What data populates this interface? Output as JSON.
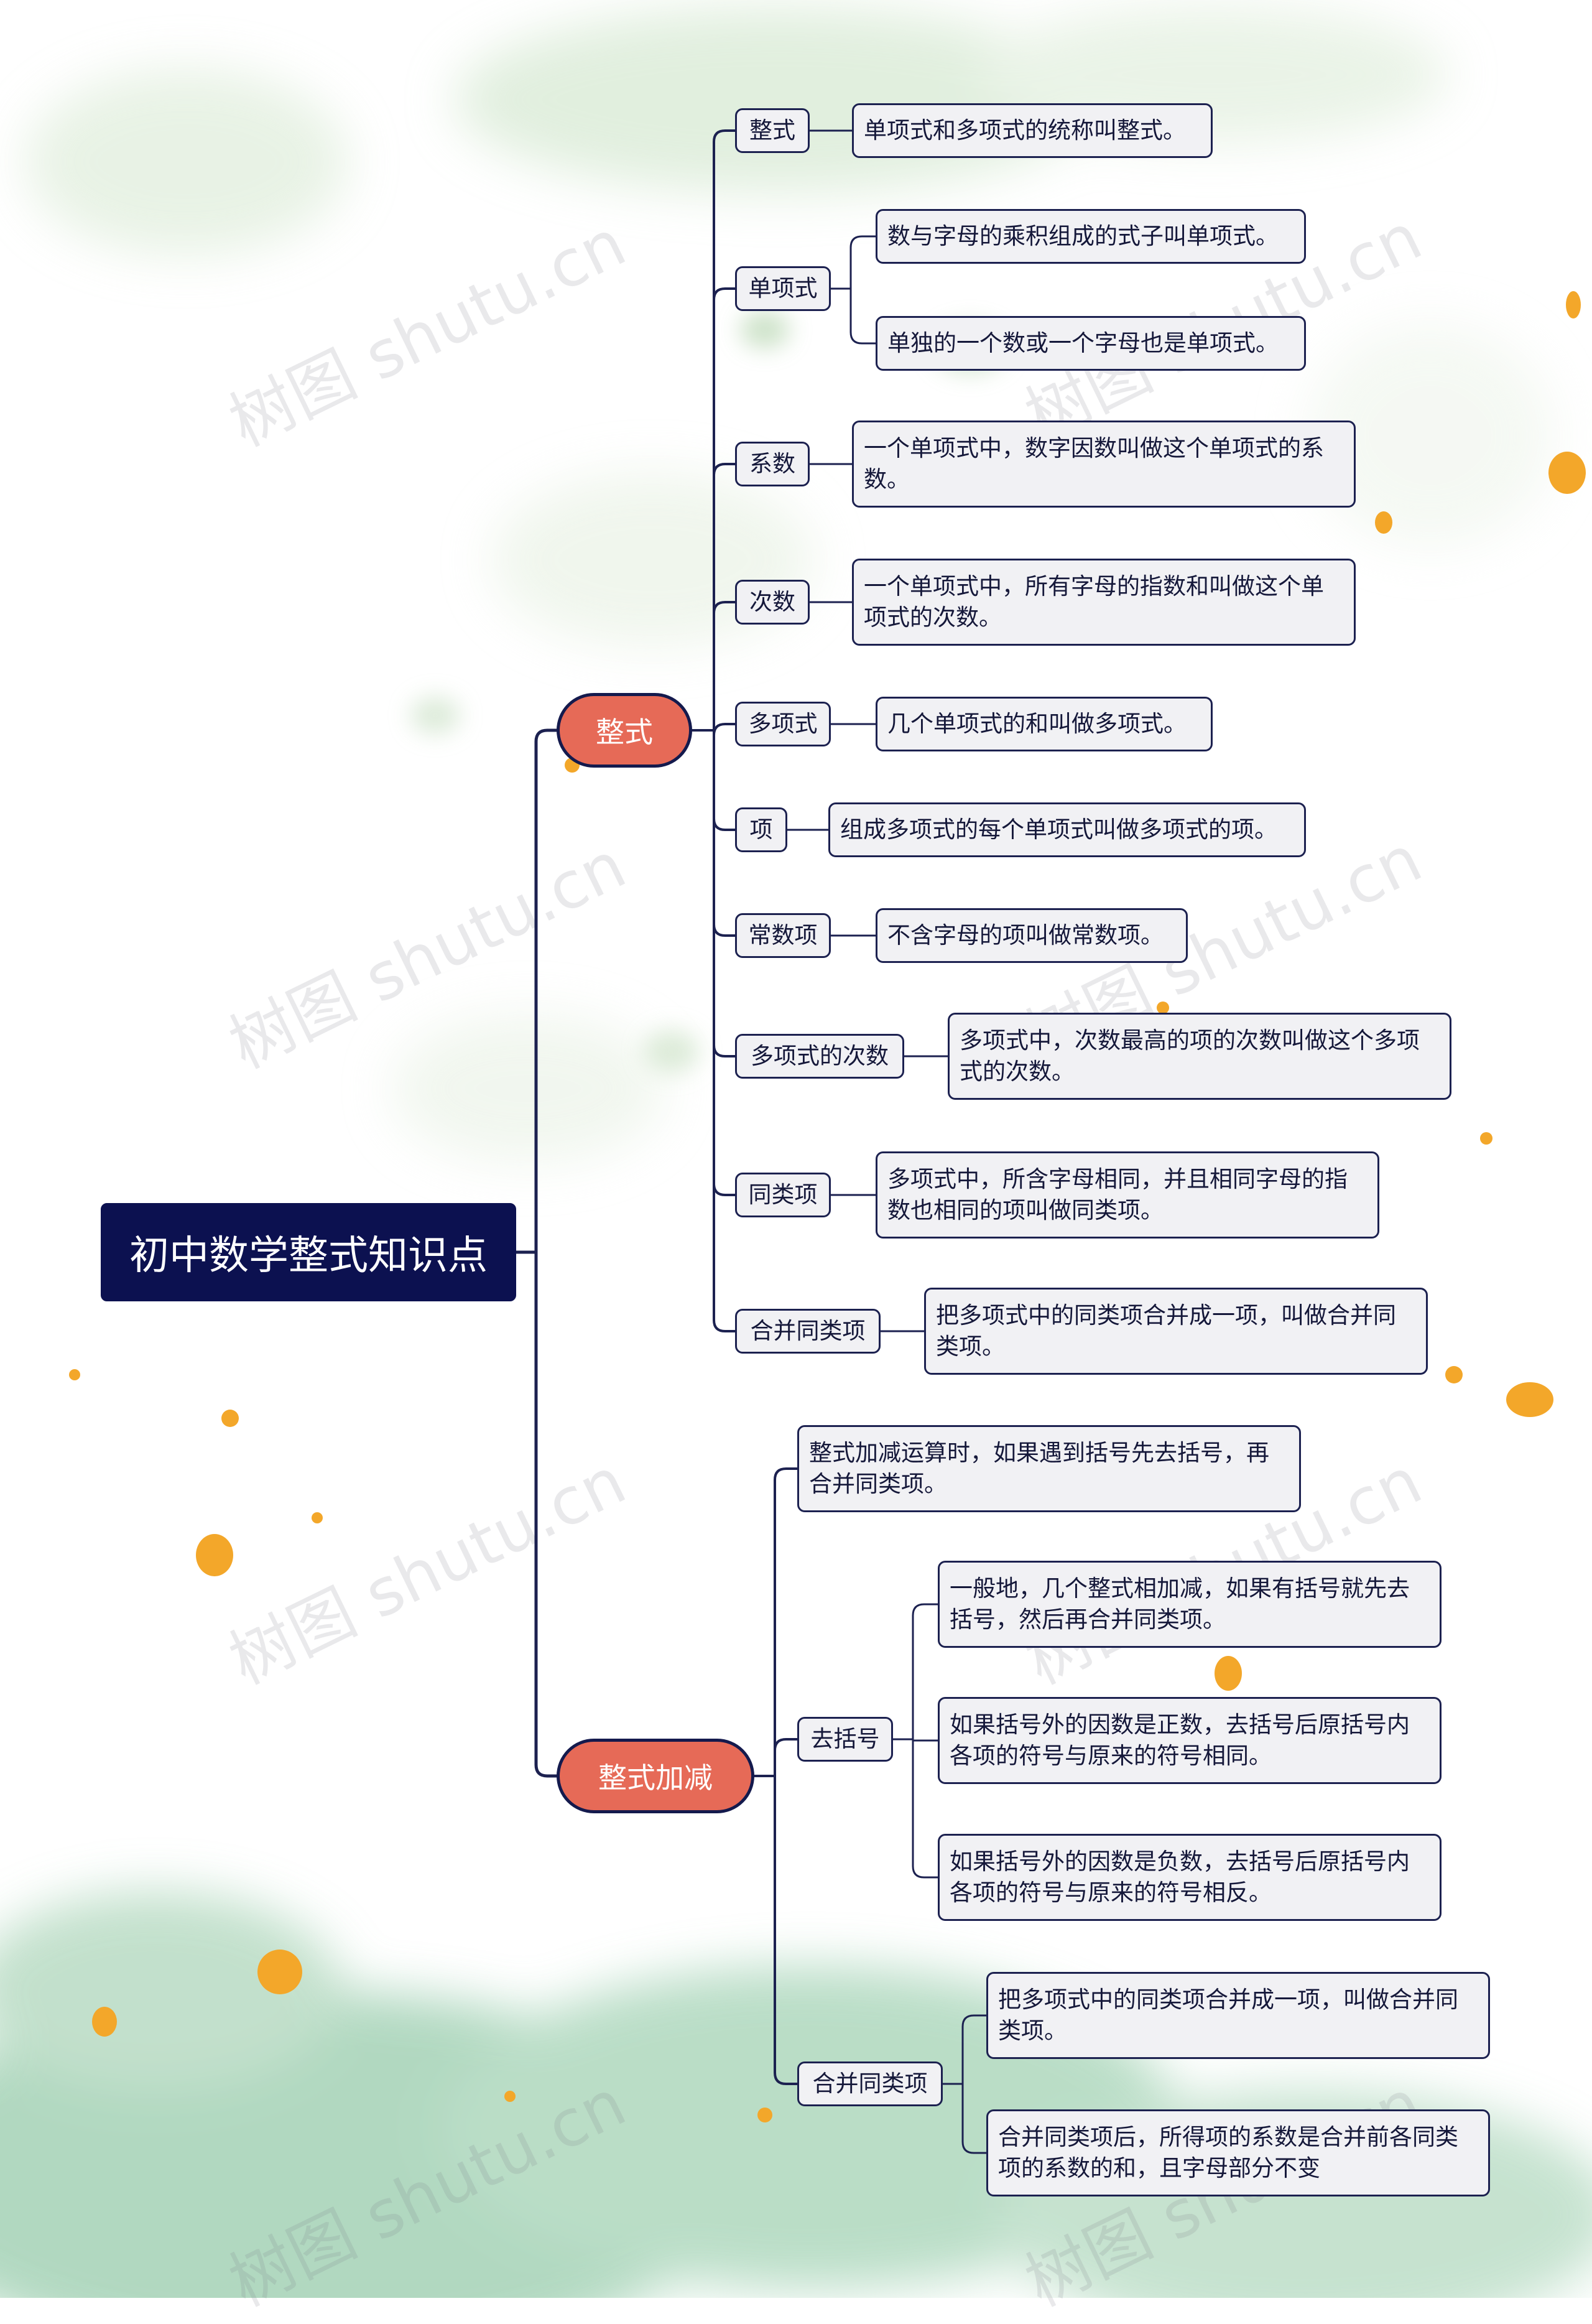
{
  "root": "初中数学整式知识点",
  "branches": [
    {
      "label": "整式",
      "children": [
        {
          "label": "整式",
          "leaves": [
            "单项式和多项式的统称叫整式。"
          ]
        },
        {
          "label": "单项式",
          "leaves": [
            "数与字母的乘积组成的式子叫单项式。",
            "单独的一个数或一个字母也是单项式。"
          ]
        },
        {
          "label": "系数",
          "leaves": [
            "一个单项式中，数字因数叫做这个单项式的系数。"
          ]
        },
        {
          "label": "次数",
          "leaves": [
            "一个单项式中，所有字母的指数和叫做这个单项式的次数。"
          ]
        },
        {
          "label": "多项式",
          "leaves": [
            "几个单项式的和叫做多项式。"
          ]
        },
        {
          "label": "项",
          "leaves": [
            "组成多项式的每个单项式叫做多项式的项。"
          ]
        },
        {
          "label": "常数项",
          "leaves": [
            "不含字母的项叫做常数项。"
          ]
        },
        {
          "label": "多项式的次数",
          "leaves": [
            "多项式中，次数最高的项的次数叫做这个多项式的次数。"
          ]
        },
        {
          "label": "同类项",
          "leaves": [
            "多项式中，所含字母相同，并且相同字母的指数也相同的项叫做同类项。"
          ]
        },
        {
          "label": "合并同类项",
          "leaves": [
            "把多项式中的同类项合并成一项，叫做合并同类项。"
          ]
        }
      ]
    },
    {
      "label": "整式加减",
      "children": [
        {
          "leaf": "整式加减运算时，如果遇到括号先去括号，再合并同类项。"
        },
        {
          "label": "去括号",
          "leaves": [
            "一般地，几个整式相加减，如果有括号就先去括号，然后再合并同类项。",
            "如果括号外的因数是正数，去括号后原括号内各项的符号与原来的符号相同。",
            "如果括号外的因数是负数，去括号后原括号内各项的符号与原来的符号相反。"
          ]
        },
        {
          "label": "合并同类项",
          "leaves": [
            "把多项式中的同类项合并成一项，叫做合并同类项。",
            "合并同类项后，所得项的系数是合并前各同类项的系数的和，且字母部分不变"
          ]
        }
      ]
    }
  ],
  "watermark": "树图 shutu.cn",
  "colors": {
    "root_bg": "#0c1150",
    "branch_bg": "#e66a57",
    "node_bg": "#f1f1f4",
    "line": "#1c2150",
    "splash_orange": "#f3a72a",
    "wash_green": "#9ecfb1"
  }
}
